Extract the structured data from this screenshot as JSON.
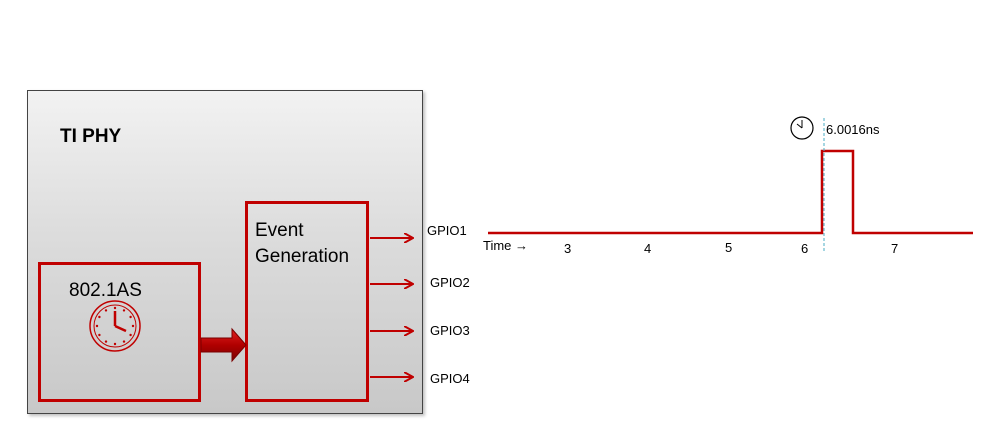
{
  "phy": {
    "title": "TI PHY"
  },
  "clock_block": {
    "label": "802.1AS",
    "icon": "clock-icon"
  },
  "event_block": {
    "line1": "Event",
    "line2": "Generation"
  },
  "gpio_outputs": [
    "GPIO1",
    "GPIO2",
    "GPIO3",
    "GPIO4"
  ],
  "timeline": {
    "axis_label": "Time →",
    "ticks": [
      "3",
      "4",
      "5",
      "6",
      "7"
    ],
    "pulse_time_label": "6.0016ns",
    "pulse_icon": "clock-icon"
  },
  "colors": {
    "accent": "#c00000",
    "marker": "#4bacc6"
  }
}
